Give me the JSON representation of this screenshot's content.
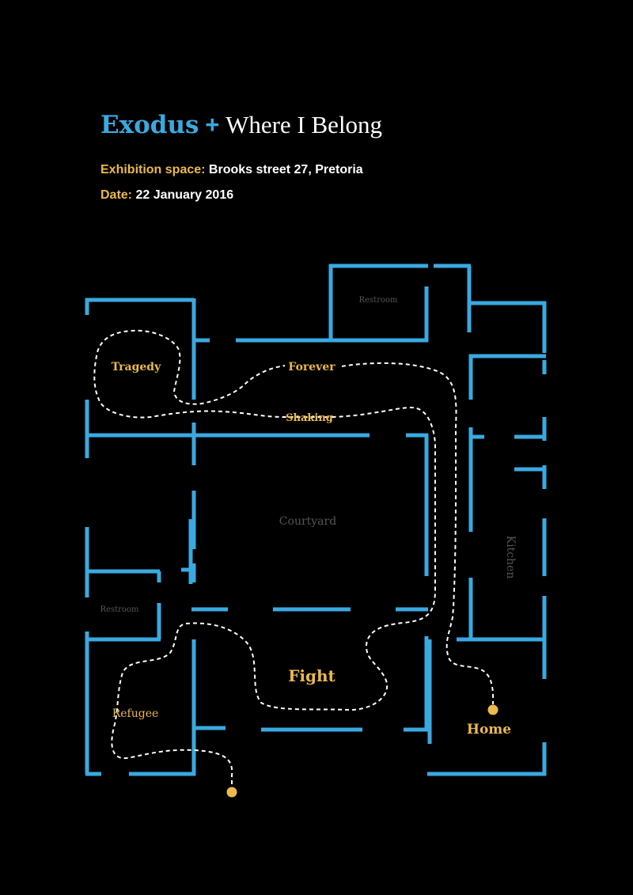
{
  "header": {
    "title_accent": "Exodus",
    "title_plus": "+",
    "title_rest": "Where I Belong",
    "venue_label": "Exhibition space:",
    "venue_value": "Brooks street 27, Pretoria",
    "date_label": "Date:",
    "date_value": "22 January 2016"
  },
  "rooms": {
    "restroom_top": "Restroom",
    "restroom_left": "Restroom",
    "courtyard": "Courtyard",
    "kitchen": "Kitchen"
  },
  "route": {
    "stops": [
      "Tragedy",
      "Forever",
      "Shaking",
      "Fight",
      "Refugee",
      "Home"
    ]
  },
  "colors": {
    "background": "#000000",
    "walls": "#3aa9e0",
    "accent": "#ecb94b",
    "text": "#ffffff",
    "room_label": "#555555",
    "route": "#ffffff"
  }
}
